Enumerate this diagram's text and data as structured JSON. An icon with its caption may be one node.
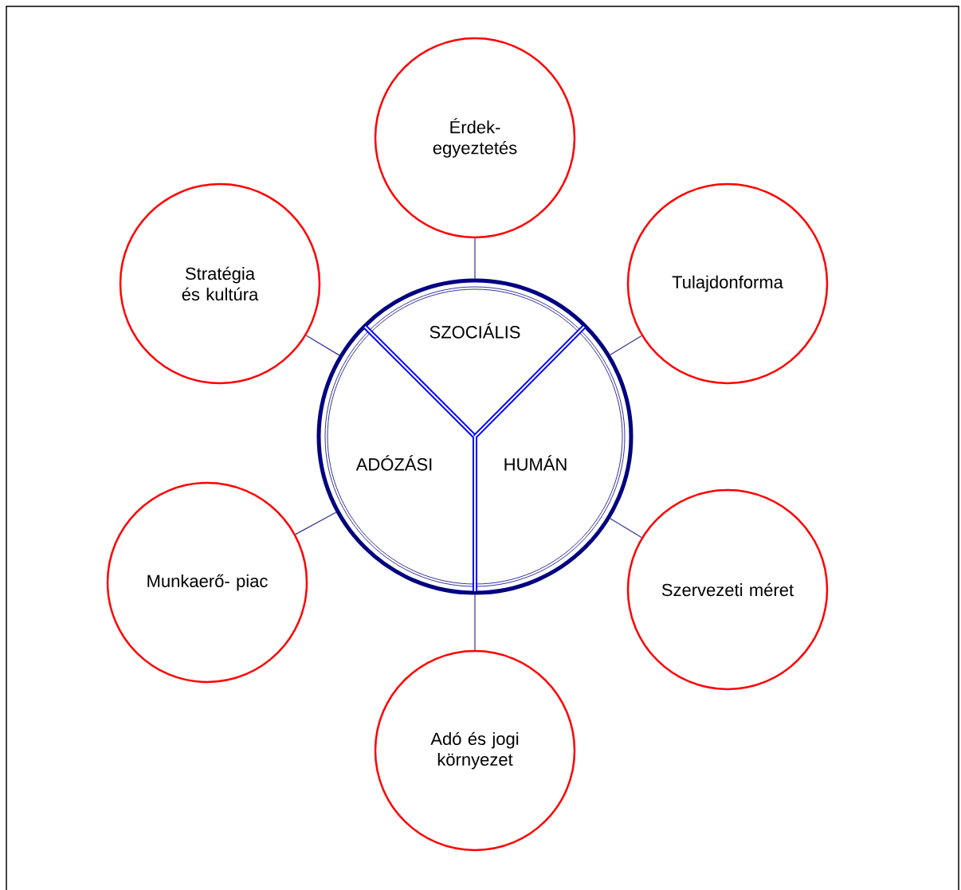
{
  "diagram": {
    "nodes": [
      {
        "text": [
          "SZOCIÁLIS",
          "ADÓZÁSI",
          "HUMÁN"
        ]
      },
      {
        "text": [
          "Érdek- egyeztetés"
        ]
      },
      {
        "text": [
          "Stratégia és kultúra"
        ]
      },
      {
        "text": [
          "Tulajdonforma"
        ]
      },
      {
        "text": [
          "Munkaerő- piac"
        ]
      },
      {
        "text": [
          "Szervezeti méret"
        ]
      },
      {
        "text": [
          "Adó és jogi környezet"
        ]
      }
    ],
    "edges": [
      {
        "from": 0,
        "to": 1,
        "arrow": "none"
      },
      {
        "from": 0,
        "to": 2,
        "arrow": "none"
      },
      {
        "from": 0,
        "to": 3,
        "arrow": "none"
      },
      {
        "from": 0,
        "to": 4,
        "arrow": "none"
      },
      {
        "from": 0,
        "to": 5,
        "arrow": "none"
      },
      {
        "from": 0,
        "to": 6,
        "arrow": "none"
      }
    ]
  }
}
